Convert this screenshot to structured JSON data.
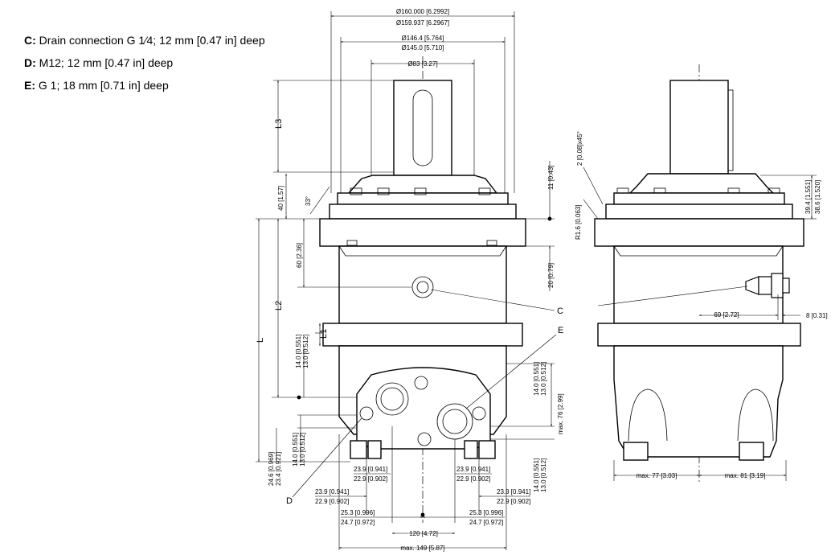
{
  "legend": [
    {
      "letter": "C:",
      "text": " Drain connection G 1⁄4; 12 mm [0.47 in] deep"
    },
    {
      "letter": "D:",
      "text": " M12; 12 mm [0.47 in] deep"
    },
    {
      "letter": "E:",
      "text": " G 1; 18 mm [0.71 in] deep"
    }
  ],
  "front_view": {
    "dia_160": [
      "Ø160.000 [6.2992]",
      "Ø159.937 [6.2967]"
    ],
    "dia_146": [
      "Ø146.4 [5.764]",
      "Ø145.0 [5.710]"
    ],
    "dia_83": "Ø83 [3.27]",
    "l3": "L3",
    "l2": "L2",
    "l1": "L1",
    "l": "L",
    "dim_40": "40 [1.57]",
    "angle_33": "33°",
    "dim_60": "60 [2.36]",
    "dim_11": "11 [0.43]",
    "dim_20": "20 [0.79]",
    "dim_14_left": [
      "14.0 [0.551]",
      "13.0 [0.512]"
    ],
    "dim_14_right": [
      "14.0 [0.551]",
      "13.0 [0.512]"
    ],
    "dim_max76": "max. 76 [2.99]",
    "dim_14_bl": [
      "14.0 [0.551]",
      "13.0 [0.512]"
    ],
    "dim_246": [
      "24.6 [0.969]",
      "23.4 [0.921]"
    ],
    "dim_14_br": [
      "14.0 [0.551]",
      "13.0 [0.512]"
    ],
    "dim_239_a": [
      "23.9 [0.941]",
      "22.9 [0.902]"
    ],
    "dim_239_b": [
      "23.9 [0.941]",
      "22.9 [0.902]"
    ],
    "dim_239_c": [
      "23.9 [0.941]",
      "22.9 [0.902]"
    ],
    "dim_239_d": [
      "23.9 [0.941]",
      "22.9 [0.902]"
    ],
    "dim_253_a": [
      "25.3 [0.996]",
      "24.7 [0.972]"
    ],
    "dim_253_b": [
      "25.3 [0.996]",
      "24.7 [0.972]"
    ],
    "dim_120": "120 [4.72]",
    "dim_max149": "max. 149 [5.87]",
    "label_c": "C",
    "label_d": "D",
    "label_e": "E"
  },
  "side_view": {
    "chamfer": "2 [0.08]x45°",
    "radius": "R1.6 [0.063]",
    "dim_394": [
      "39.4 [1.551]",
      "38.6 [1.520]"
    ],
    "dim_69": "69 [2.72]",
    "dim_8": "8 [0.31]",
    "dim_max77": "max. 77 [3.03]",
    "dim_max81": "max. 81 [3.19]"
  }
}
